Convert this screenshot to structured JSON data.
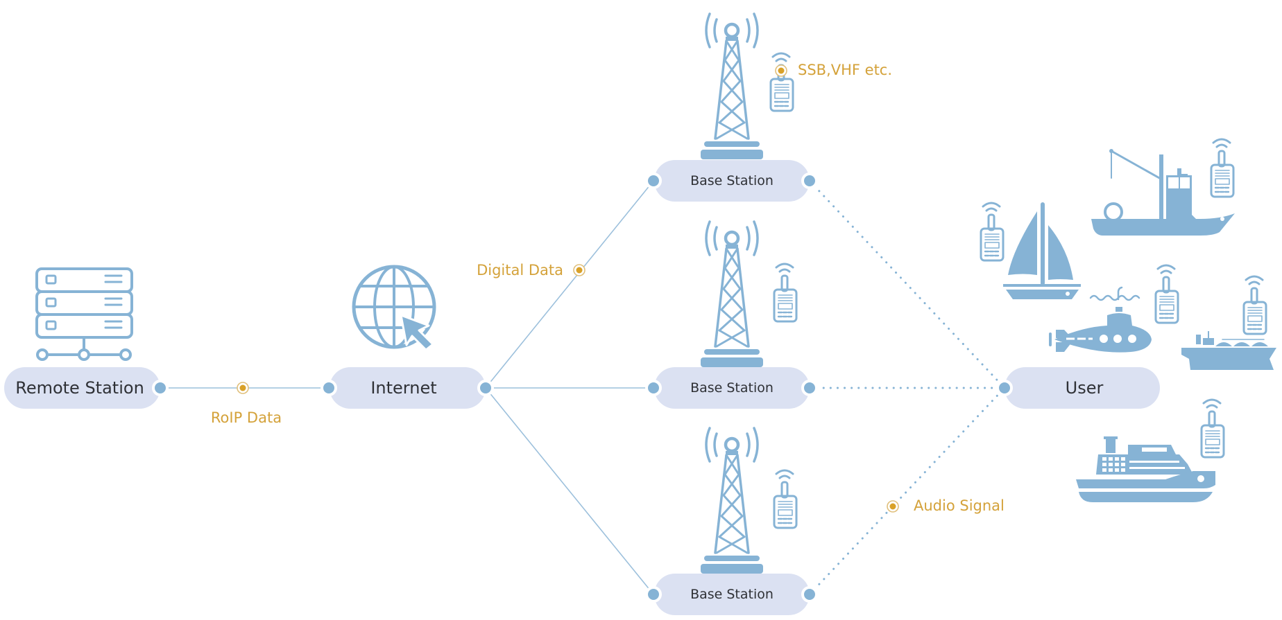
{
  "diagram": {
    "nodes": {
      "remote_station": "Remote Station",
      "internet": "Internet",
      "base_station_top": "Base Station",
      "base_station_middle": "Base Station",
      "base_station_bottom": "Base Station",
      "user": "User"
    },
    "edge_labels": {
      "roip": "RoIP Data",
      "digital": "Digital Data",
      "ssb_vhf": "SSB,VHF etc.",
      "audio": "Audio Signal"
    },
    "icons": {
      "remote_station": "server-rack-icon",
      "internet": "globe-cursor-icon",
      "base_station": "radio-tower-icon",
      "handheld": "handheld-radio-icon",
      "vessels": [
        "fishing-boat-icon",
        "sailboat-icon",
        "submarine-icon",
        "tanker-ship-icon",
        "cruise-ship-icon"
      ]
    },
    "colors": {
      "accent": "#d4a23a",
      "icon": "#86b3d5",
      "pill": "#dbe1f2",
      "text": "#2f3136"
    }
  }
}
